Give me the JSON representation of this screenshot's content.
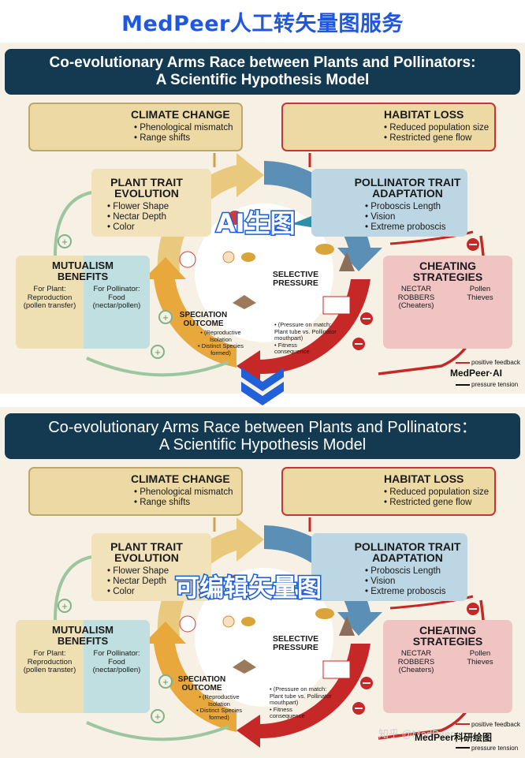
{
  "header": {
    "title": "MedPeer人工转矢量图服务"
  },
  "panels": [
    {
      "title_line1": "Co-evolutionary Arms Race between Plants and Pollinators:",
      "title_line2": "A Scientific Hypothesis Model",
      "overlay_label": "AI生图",
      "climate": {
        "title": "CLIMATE CHANGE",
        "items": [
          "• Phenological mismatch",
          "• Range shifts"
        ]
      },
      "habitat": {
        "title": "HABITAT LOSS",
        "items": [
          "• Reduced population size",
          "• Restricted gene flow"
        ]
      },
      "plant_trait": {
        "title_1": "PLANT TRAIT",
        "title_2": "EVOLUTION",
        "items": [
          "• Flower Shape",
          "• Nectar Depth",
          "• Color"
        ]
      },
      "pollinator_trait": {
        "title_1": "POLLINATOR TRAIT",
        "title_2": "ADAPTATION",
        "items": [
          "• Proboscis Length",
          "• Vision",
          "• Extreme proboscis"
        ]
      },
      "mutualism": {
        "title_1": "MUTUALISM",
        "title_2": "BENEFITS",
        "plant_1": "For Plant:",
        "plant_2": "Reproduction",
        "plant_3": "(pollen transfer)",
        "poll_1": "For Pollinator:",
        "poll_2": "Food",
        "poll_3": "(nectar/pollen)"
      },
      "cheating": {
        "title_1": "CHEATING",
        "title_2": "STRATEGIES",
        "nectar_1": "NECTAR",
        "nectar_2": "ROBBERS",
        "nectar_3": "(Cheaters)",
        "pollen_1": "Pollen",
        "pollen_2": "Thieves"
      },
      "selective": {
        "title_1": "SELECTIVE",
        "title_2": "PRESSURE",
        "note_1": "• (Pressure on match:",
        "note_2": "Plant tube vs. Pollinator",
        "note_3": "mouthpart)",
        "note_4": "• Fitness",
        "note_5": "consequence"
      },
      "speciation": {
        "title_1": "SPECIATION",
        "title_2": "OUTCOME",
        "note_1": "• (Reproductive Isolation",
        "note_2": "• Distinct Species",
        "note_3": "formed)"
      },
      "legend": {
        "positive": "positive feedback",
        "tension": "pressure tension"
      },
      "watermark": "MedPeer·AI"
    },
    {
      "title_line1": "Co-evolutionary Arms Race between Plants and Pollinators：",
      "title_line2": "A Scientific Hypothesis Model",
      "overlay_label": "可编辑矢量图",
      "climate": {
        "title": "CLIMATE CHANGE",
        "items": [
          "• Phenological mismatch",
          "• Range shifts"
        ]
      },
      "habitat": {
        "title": "HABITAT LOSS",
        "items": [
          "• Reduced population size",
          "• Restricted gene flow"
        ]
      },
      "plant_trait": {
        "title_1": "PLANT TRAIT",
        "title_2": "EVOLUTION",
        "items": [
          "• Flower Shape",
          "• Nectar Depth",
          "• Color"
        ]
      },
      "pollinator_trait": {
        "title_1": "POLLINATOR TRAIT",
        "title_2": "ADAPTATION",
        "items": [
          "• Proboscis Length",
          "• Vision",
          "• Extreme proboscis"
        ]
      },
      "mutualism": {
        "title_1": "MUTUALISM",
        "title_2": "BENEFITS",
        "plant_1": "For Plant:",
        "plant_2": "Reproduction",
        "plant_3": "(pollen transter)",
        "poll_1": "For Pollinator:",
        "poll_2": "Food",
        "poll_3": "(nectar/pollen)"
      },
      "cheating": {
        "title_1": "CHEATING",
        "title_2": "STRATEGIES",
        "nectar_1": "NECTAR",
        "nectar_2": "ROBBERS",
        "nectar_3": "(Cheaters)",
        "pollen_1": "Pollen",
        "pollen_2": "Thieves"
      },
      "selective": {
        "title_1": "SELECTIVE",
        "title_2": "PRESSURE",
        "note_1": "• (Pressure on match:",
        "note_2": "Plant tube vs. Pollinator",
        "note_3": "mouthpart)",
        "note_4": "• Fitness",
        "note_5": "consequence"
      },
      "speciation": {
        "title_1": "SPECIATION",
        "title_2": "OUTCOME",
        "note_1": "• (Reproductive Isolation",
        "note_2": "• Distinct Species",
        "note_3": "formed)"
      },
      "legend": {
        "positive": "positive feedback",
        "tension": "pressure tension"
      },
      "watermark": "MedPeer科研绘图",
      "site_watermark": "知乎 @MedPeer"
    }
  ],
  "colors": {
    "title_blue": "#1f57e0",
    "title_bar": "#143a52",
    "warm_arrow": "#e8c77a",
    "cool_arrow": "#5a8fb5",
    "red_arrow": "#c62828",
    "green_arrow": "#7fb38a"
  }
}
